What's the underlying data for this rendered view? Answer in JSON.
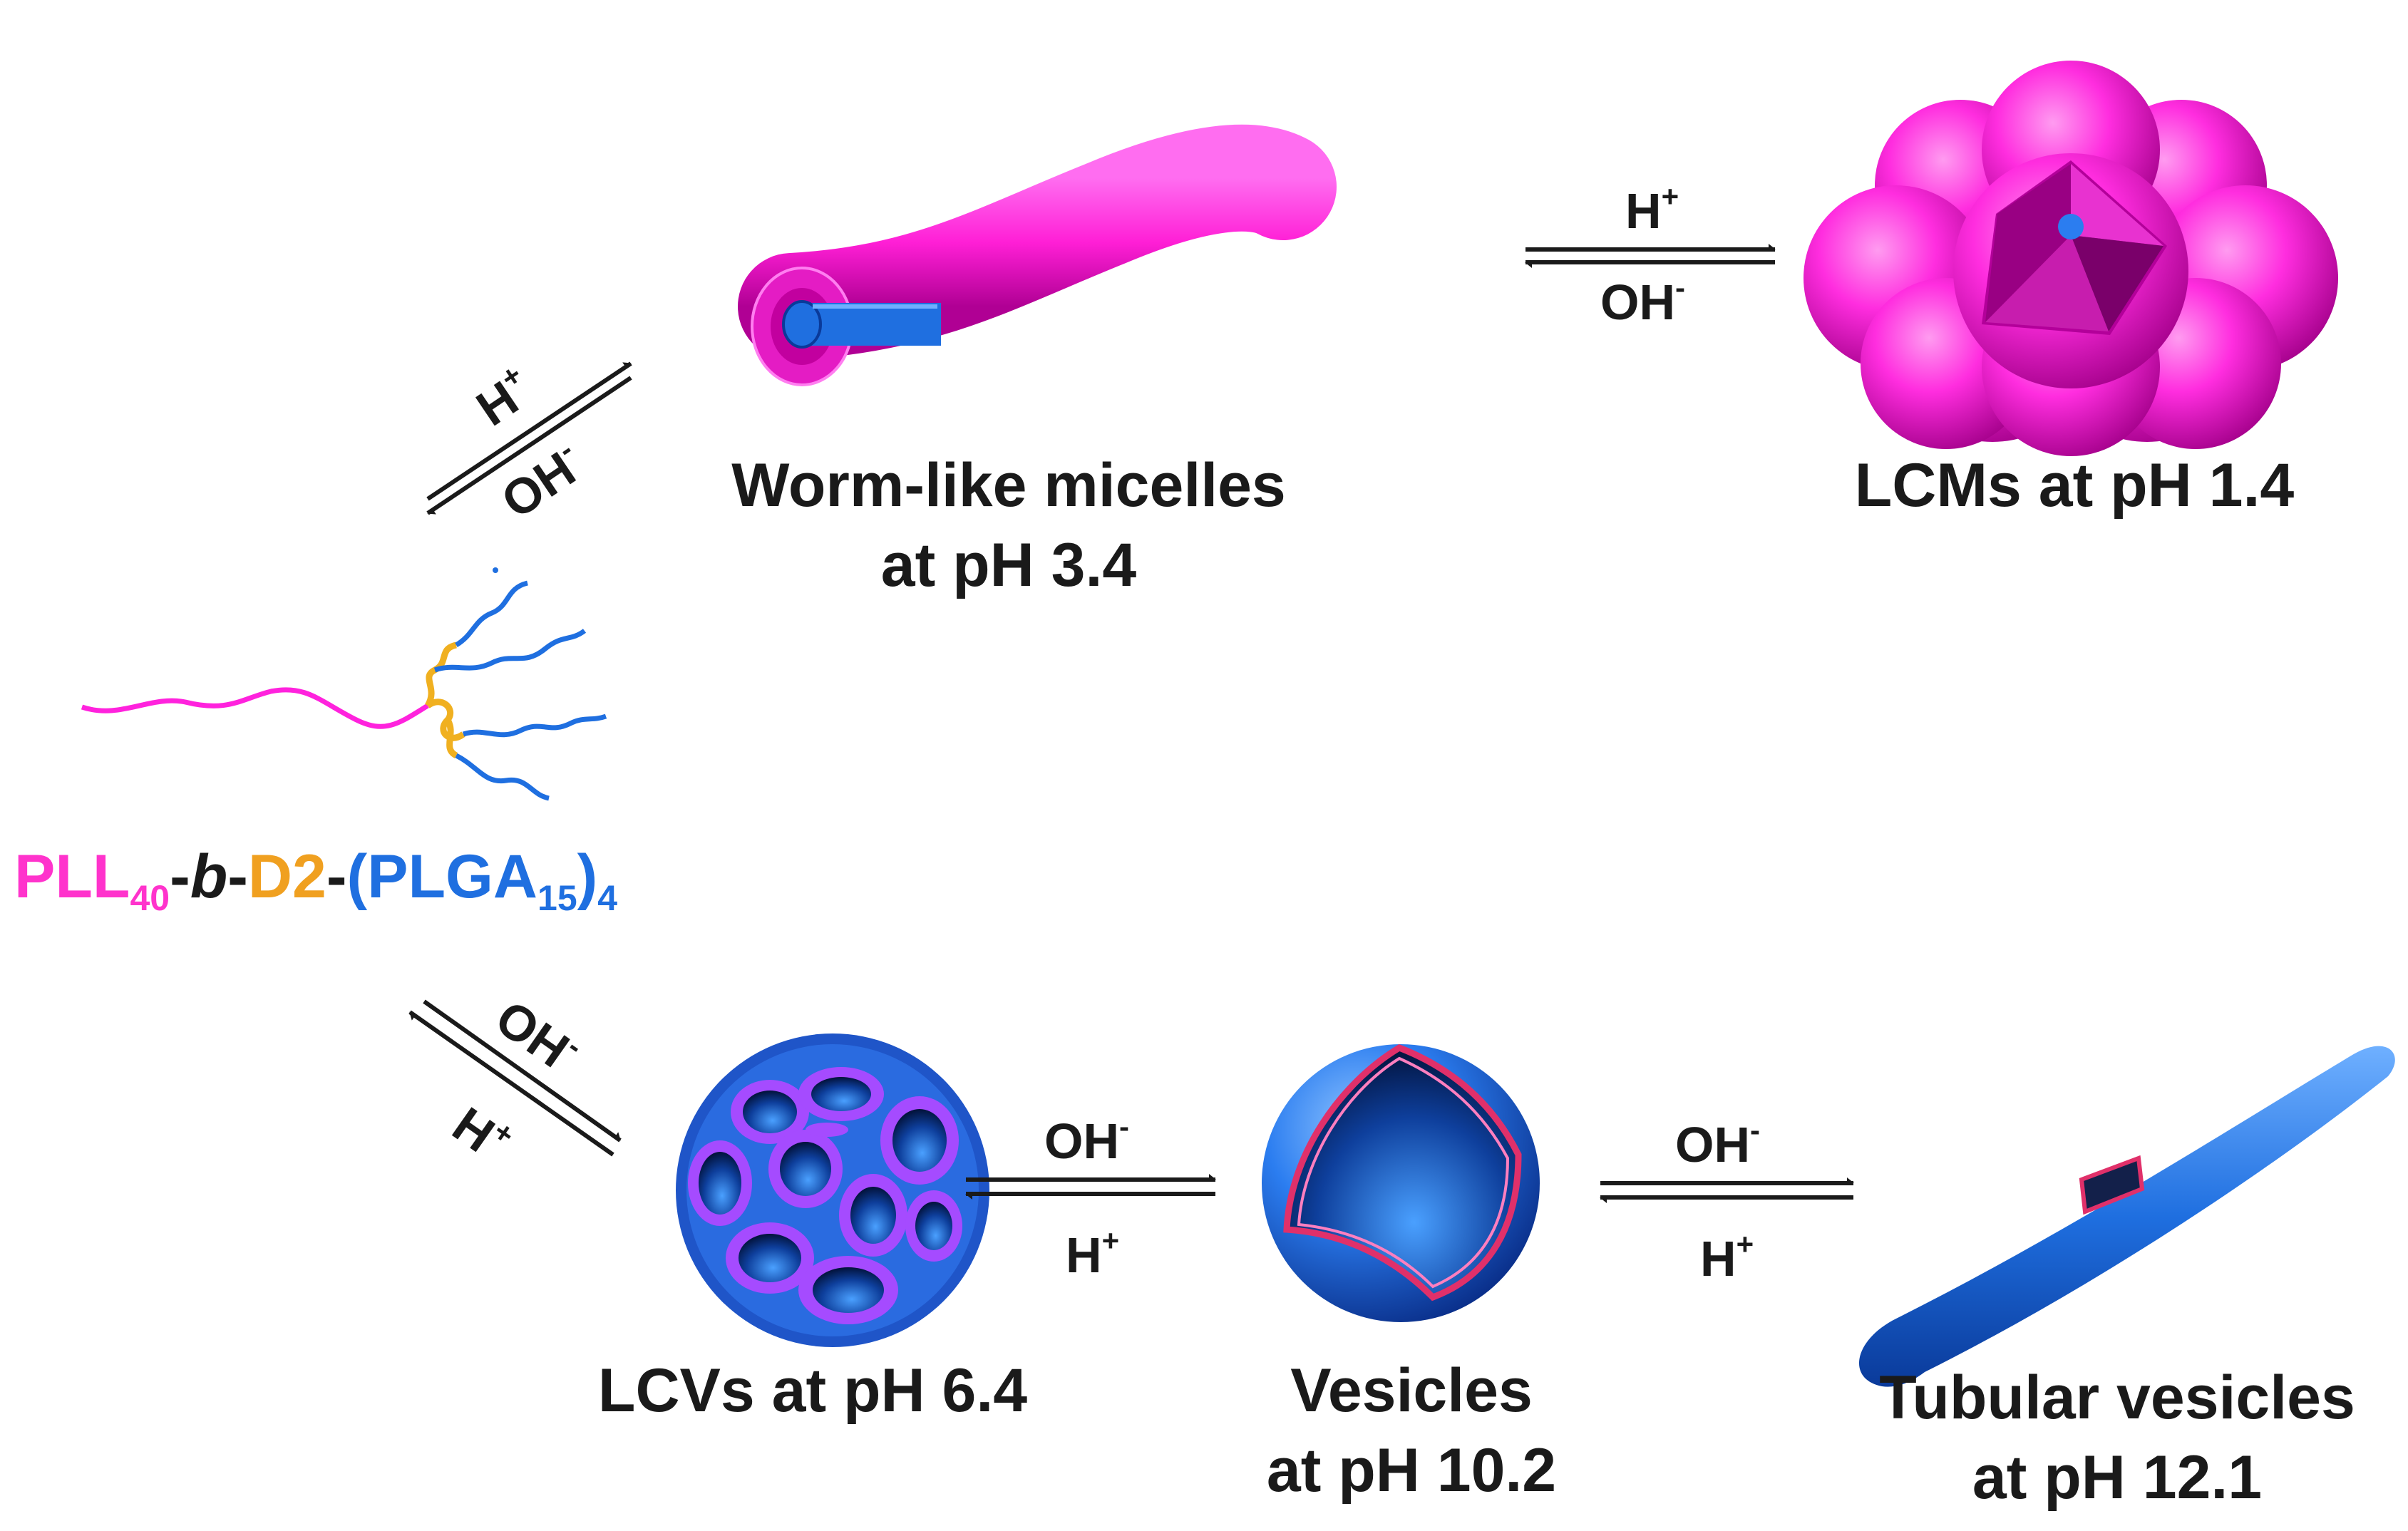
{
  "molecule": {
    "pll": "PLL",
    "pll_sub": "40",
    "b": "b",
    "d2": "D2",
    "plga": "(PLGA",
    "plga_sub": "15",
    "close": ")",
    "close_sub": "4",
    "colors": {
      "pll": "#ff33cc",
      "d2": "#f0a020",
      "plga": "#1f6fe0",
      "b": "#1a1a1a"
    }
  },
  "labels": {
    "worm_line1": "Worm-like micelles",
    "worm_line2": "at pH 3.4",
    "lcm": "LCMs at pH 1.4",
    "lcv": "LCVs at pH 6.4",
    "vesicle_line1": "Vesicles",
    "vesicle_line2": "at pH 10.2",
    "tubular_line1": "Tubular vesicles",
    "tubular_line2": "at pH 12.1"
  },
  "equilibria": {
    "h": "H",
    "h_sup": "+",
    "oh": "OH",
    "oh_sup": "-"
  },
  "colors": {
    "magenta": "#ff22dd",
    "blue": "#1f6fe0",
    "purple": "#a54bff",
    "text": "#1a1a1a"
  }
}
